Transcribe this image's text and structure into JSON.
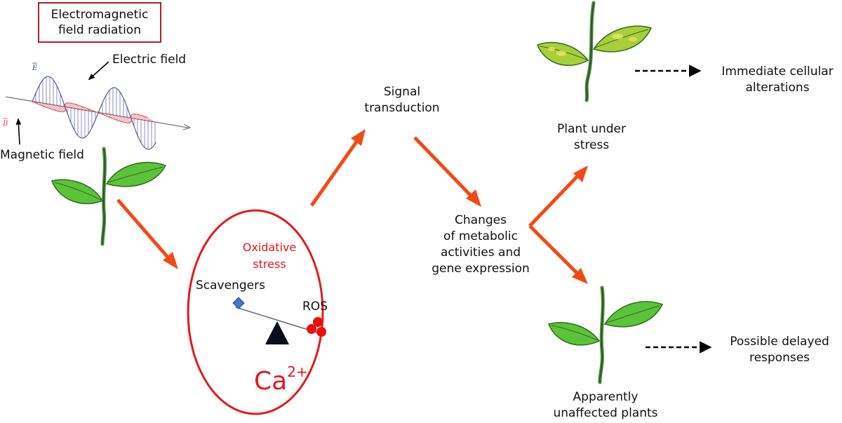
{
  "title_line1": "Electromagnetic",
  "title_line2": "field radiation",
  "wave": {
    "electric_label": "Electric field",
    "magnetic_label": "Magnetic field",
    "e_symbol": "E",
    "b_symbol": "B"
  },
  "cell": {
    "stress_line1": "Oxidative",
    "stress_line2": "stress",
    "scavengers": "Scavengers",
    "ros": "ROS",
    "ion_base": "Ca",
    "ion_charge": "2+"
  },
  "steps": {
    "signal_line1": "Signal",
    "signal_line2": "transduction",
    "changes_line1": "Changes",
    "changes_line2": "of metabolic",
    "changes_line3": "activities and",
    "changes_line4": "gene expression"
  },
  "outcomes": {
    "stressed_line1": "Plant under",
    "stressed_line2": "stress",
    "immediate_line1": "Immediate cellular",
    "immediate_line2": "alterations",
    "unaffected_line1": "Apparently",
    "unaffected_line2": "unaffected plants",
    "delayed_line1": "Possible delayed",
    "delayed_line2": "responses"
  },
  "colors": {
    "arrow": "#f24a16",
    "cell_border": "#e31b1b",
    "leaf": "#5cc23a",
    "leaf_dark": "#2f6d1f",
    "stem": "#4a8a3a",
    "stressed_leaf": "#a8cf3a",
    "e_wave": "#3b3f9a",
    "b_wave": "#e0454f",
    "scavenger": "#4a72c8",
    "ros": "#ee0d0d"
  }
}
